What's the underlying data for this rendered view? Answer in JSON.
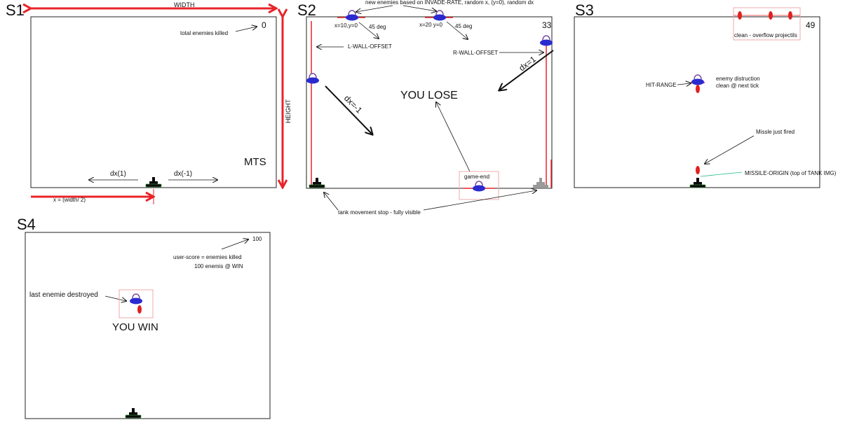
{
  "colors": {
    "frame": "#222222",
    "annotation_red": "#e8242a",
    "enemy_blue": "#2a2ad0",
    "enemy_rim": "#7a4fa0",
    "missile_red": "#e02020",
    "tank_dark": "#0a0a0a",
    "tank_gray": "#9a9a9a",
    "pink_box": "#f1a8a8",
    "teal_line": "#19b888"
  },
  "scenes": {
    "s1": {
      "label": "S1",
      "width_label": "WIDTH",
      "height_label": "HEIGHT",
      "score": "0",
      "score_note": "total enemies killed",
      "mts": "MTS",
      "dx_left": "dx(1)",
      "dx_right": "dx(-1)",
      "x_formula": "x = (width/ 2)"
    },
    "s2": {
      "label": "S2",
      "score": "33",
      "new_enemies_note": "new enemies based on INVADE-RATE, random x, (y=0),  random dx",
      "pos1": "x=10,y=0",
      "pos2": "x=20 y=0",
      "angle1": "45 deg",
      "angle2": "45 deg",
      "left_wall": "L-WALL-OFFSET",
      "right_wall": "R-WALL-OFFSET",
      "dx_neg": "dx=-1",
      "dx_pos": "dx=1",
      "you_lose": "YOU LOSE",
      "game_end": "game-end",
      "tank_stop": "tank movement stop - fully visible"
    },
    "s3": {
      "label": "S3",
      "score": "49",
      "clean_note": "clean - overflow projectils",
      "hit_range": "HIT-RANGE",
      "destruction_line1": "enemy distruction",
      "destruction_line2": "clean @ next tick",
      "missile_fired": "Missle just fired",
      "missile_origin": "MISSILE-ORIGIN (top of TANK IMG)"
    },
    "s4": {
      "label": "S4",
      "score": "100",
      "score_note1": "user-score = enemies killed",
      "score_note2": "100 enemis @ WIN",
      "last_enemy": "last enemie destroyed",
      "you_win": "YOU WIN"
    }
  }
}
